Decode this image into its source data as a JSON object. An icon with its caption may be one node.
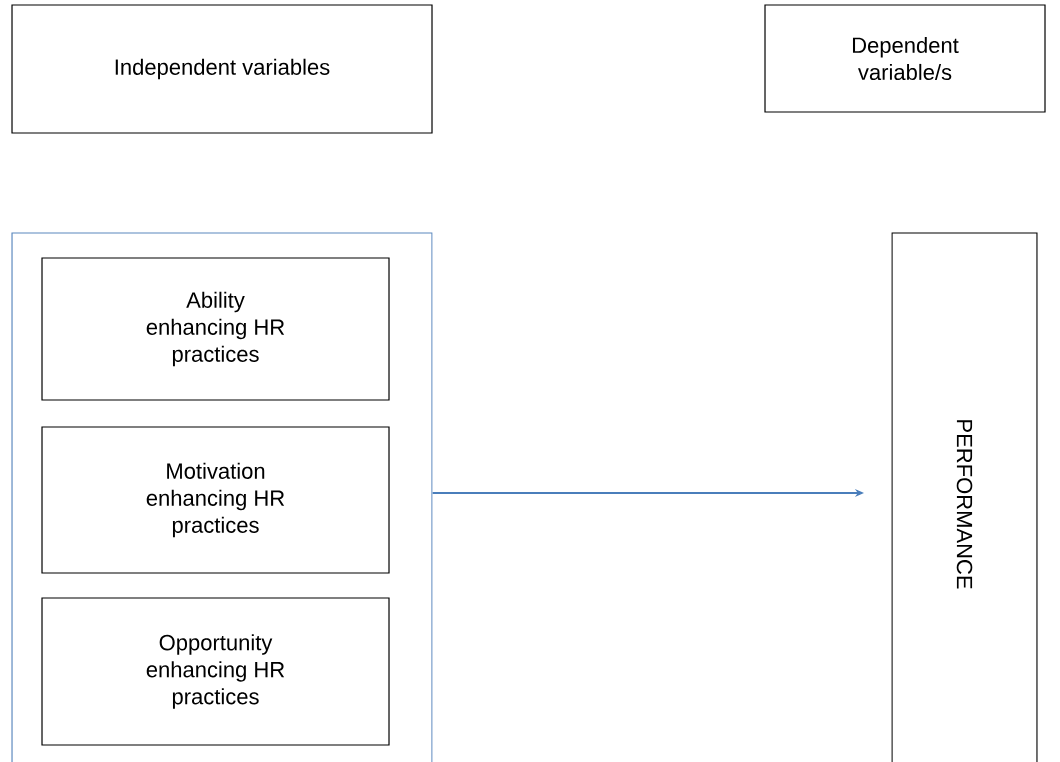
{
  "diagram": {
    "nodes": [
      {
        "text": [
          "Independent variables"
        ]
      },
      {
        "text": [
          "Dependent variable/s"
        ]
      },
      {
        "text": [],
        "shape": "box"
      },
      {
        "text": [
          "Ability enhancing HR practices"
        ],
        "in": 2
      },
      {
        "text": [
          "Motivation enhancing HR practices"
        ],
        "in": 2
      },
      {
        "text": [
          "Opportunity enhancing HR practices"
        ],
        "in": 2
      },
      {
        "text": [
          "PERFORMANCE"
        ]
      }
    ],
    "edges": [
      {
        "from": 2,
        "to": 6,
        "arrow": "to",
        "color": "#4a7ebb"
      }
    ]
  }
}
